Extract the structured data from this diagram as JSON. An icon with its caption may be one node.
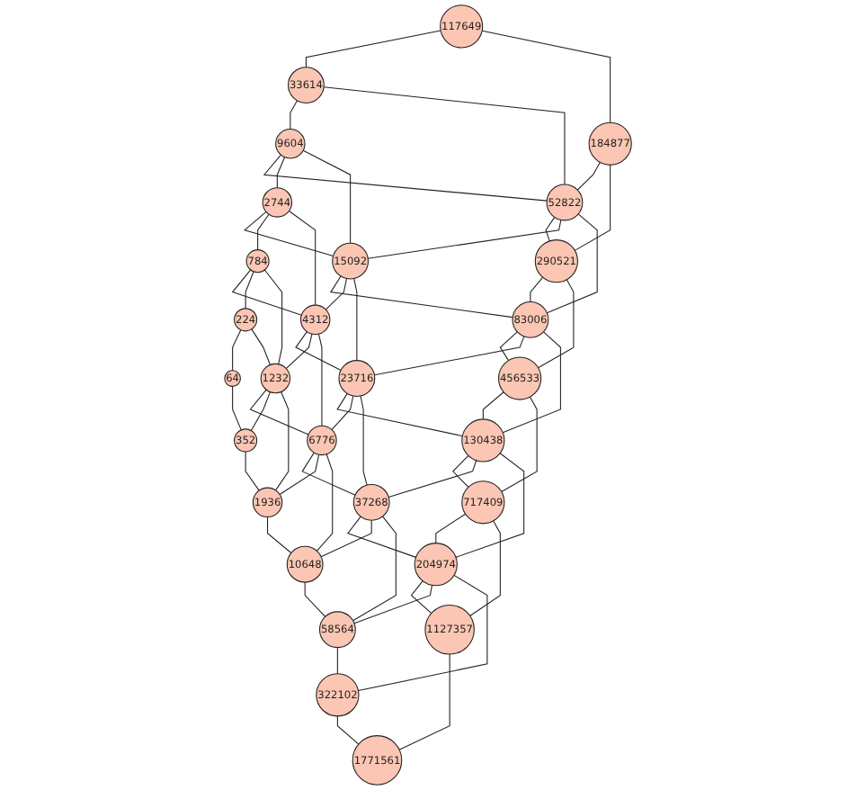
{
  "diagram": {
    "nodes": [
      {
        "text": [
          "117649"
        ]
      },
      {
        "text": [
          "33614"
        ]
      },
      {
        "text": [
          "184877"
        ]
      },
      {
        "text": [
          "9604"
        ]
      },
      {
        "text": [
          "52822"
        ]
      },
      {
        "text": [
          "290521"
        ]
      },
      {
        "text": [
          "2744"
        ]
      },
      {
        "text": [
          "15092"
        ]
      },
      {
        "text": [
          "83006"
        ]
      },
      {
        "text": [
          "456533"
        ]
      },
      {
        "text": [
          "784"
        ]
      },
      {
        "text": [
          "4312"
        ]
      },
      {
        "text": [
          "23716"
        ]
      },
      {
        "text": [
          "130438"
        ]
      },
      {
        "text": [
          "717409"
        ]
      },
      {
        "text": [
          "224"
        ]
      },
      {
        "text": [
          "1232"
        ]
      },
      {
        "text": [
          "6776"
        ]
      },
      {
        "text": [
          "37268"
        ]
      },
      {
        "text": [
          "204974"
        ]
      },
      {
        "text": [
          "1127357"
        ]
      },
      {
        "text": [
          "64"
        ]
      },
      {
        "text": [
          "352"
        ]
      },
      {
        "text": [
          "1936"
        ]
      },
      {
        "text": [
          "10648"
        ]
      },
      {
        "text": [
          "58564"
        ]
      },
      {
        "text": [
          "322102"
        ]
      },
      {
        "text": [
          "1771561"
        ]
      }
    ],
    "edges": [
      {
        "from": 0,
        "to": 1,
        "arrow": "none"
      },
      {
        "from": 0,
        "to": 2,
        "arrow": "none"
      },
      {
        "from": 1,
        "to": 3,
        "arrow": "none"
      },
      {
        "from": 1,
        "to": 4,
        "arrow": "none"
      },
      {
        "from": 2,
        "to": 4,
        "arrow": "none"
      },
      {
        "from": 2,
        "to": 5,
        "arrow": "none"
      },
      {
        "from": 3,
        "to": 4,
        "arrow": "none"
      },
      {
        "from": 3,
        "to": 6,
        "arrow": "none"
      },
      {
        "from": 3,
        "to": 7,
        "arrow": "none"
      },
      {
        "from": 4,
        "to": 5,
        "arrow": "none"
      },
      {
        "from": 4,
        "to": 7,
        "arrow": "none"
      },
      {
        "from": 4,
        "to": 8,
        "arrow": "none"
      },
      {
        "from": 5,
        "to": 8,
        "arrow": "none"
      },
      {
        "from": 5,
        "to": 9,
        "arrow": "none"
      },
      {
        "from": 6,
        "to": 7,
        "arrow": "none"
      },
      {
        "from": 6,
        "to": 10,
        "arrow": "none"
      },
      {
        "from": 6,
        "to": 11,
        "arrow": "none"
      },
      {
        "from": 7,
        "to": 8,
        "arrow": "none"
      },
      {
        "from": 7,
        "to": 11,
        "arrow": "none"
      },
      {
        "from": 7,
        "to": 12,
        "arrow": "none"
      },
      {
        "from": 8,
        "to": 9,
        "arrow": "none"
      },
      {
        "from": 8,
        "to": 12,
        "arrow": "none"
      },
      {
        "from": 8,
        "to": 13,
        "arrow": "none"
      },
      {
        "from": 9,
        "to": 13,
        "arrow": "none"
      },
      {
        "from": 9,
        "to": 14,
        "arrow": "none"
      },
      {
        "from": 10,
        "to": 11,
        "arrow": "none"
      },
      {
        "from": 10,
        "to": 15,
        "arrow": "none"
      },
      {
        "from": 10,
        "to": 16,
        "arrow": "none"
      },
      {
        "from": 11,
        "to": 12,
        "arrow": "none"
      },
      {
        "from": 11,
        "to": 16,
        "arrow": "none"
      },
      {
        "from": 11,
        "to": 17,
        "arrow": "none"
      },
      {
        "from": 12,
        "to": 13,
        "arrow": "none"
      },
      {
        "from": 12,
        "to": 17,
        "arrow": "none"
      },
      {
        "from": 12,
        "to": 18,
        "arrow": "none"
      },
      {
        "from": 13,
        "to": 14,
        "arrow": "none"
      },
      {
        "from": 13,
        "to": 18,
        "arrow": "none"
      },
      {
        "from": 13,
        "to": 19,
        "arrow": "none"
      },
      {
        "from": 14,
        "to": 19,
        "arrow": "none"
      },
      {
        "from": 14,
        "to": 20,
        "arrow": "none"
      },
      {
        "from": 15,
        "to": 21,
        "arrow": "none"
      },
      {
        "from": 15,
        "to": 16,
        "arrow": "none"
      },
      {
        "from": 16,
        "to": 17,
        "arrow": "none"
      },
      {
        "from": 16,
        "to": 22,
        "arrow": "none"
      },
      {
        "from": 16,
        "to": 23,
        "arrow": "none"
      },
      {
        "from": 17,
        "to": 18,
        "arrow": "none"
      },
      {
        "from": 17,
        "to": 23,
        "arrow": "none"
      },
      {
        "from": 17,
        "to": 24,
        "arrow": "none"
      },
      {
        "from": 18,
        "to": 19,
        "arrow": "none"
      },
      {
        "from": 18,
        "to": 24,
        "arrow": "none"
      },
      {
        "from": 18,
        "to": 25,
        "arrow": "none"
      },
      {
        "from": 19,
        "to": 20,
        "arrow": "none"
      },
      {
        "from": 19,
        "to": 25,
        "arrow": "none"
      },
      {
        "from": 19,
        "to": 26,
        "arrow": "none"
      },
      {
        "from": 21,
        "to": 22,
        "arrow": "none"
      },
      {
        "from": 22,
        "to": 23,
        "arrow": "none"
      },
      {
        "from": 23,
        "to": 24,
        "arrow": "none"
      },
      {
        "from": 24,
        "to": 25,
        "arrow": "none"
      },
      {
        "from": 25,
        "to": 26,
        "arrow": "none"
      },
      {
        "from": 26,
        "to": 27,
        "arrow": "none"
      },
      {
        "from": 20,
        "to": 27,
        "arrow": "none"
      }
    ]
  }
}
